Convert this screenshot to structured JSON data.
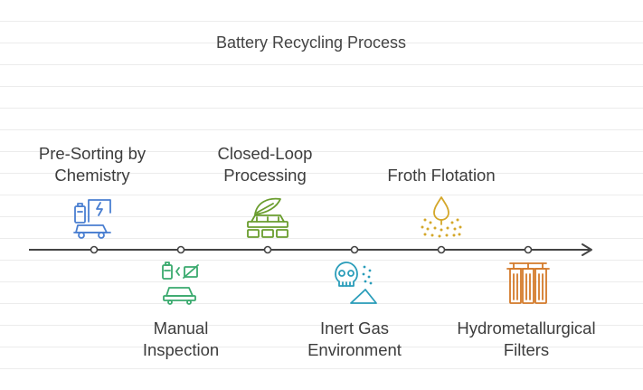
{
  "title": "Battery Recycling Process",
  "colors": {
    "blue": "#4a7fd1",
    "green": "#3aaa6e",
    "olive": "#6a9d2e",
    "teal": "#2a9dba",
    "gold": "#d4a72a",
    "orange": "#d47a2a",
    "axis": "#444444"
  },
  "steps": [
    {
      "label": "Pre-Sorting by Chemistry",
      "line1": "Pre-Sorting by",
      "line2": "Chemistry",
      "icon": "battery-car-charging-icon"
    },
    {
      "label": "Manual Inspection",
      "line1": "Manual",
      "line2": "Inspection",
      "icon": "car-battery-inspection-icon"
    },
    {
      "label": "Closed-Loop Processing",
      "line1": "Closed-Loop",
      "line2": "Processing",
      "icon": "leaf-processing-icon"
    },
    {
      "label": "Inert Gas Environment",
      "line1": "Inert Gas",
      "line2": "Environment",
      "icon": "skull-gas-icon"
    },
    {
      "label": "Froth Flotation",
      "line1": "Froth Flotation",
      "line2": "",
      "icon": "droplet-bubbles-icon"
    },
    {
      "label": "Hydrometallurgical Filters",
      "line1": "Hydrometallurgical",
      "line2": "Filters",
      "icon": "filter-cartridges-icon"
    }
  ]
}
